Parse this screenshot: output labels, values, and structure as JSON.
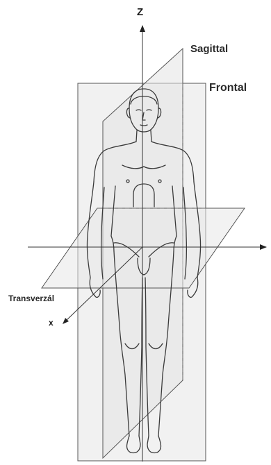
{
  "labels": {
    "z": "Z",
    "x": "x",
    "sagittal": "Sagittal",
    "frontal": "Frontal",
    "transverzal": "Transverzál"
  },
  "colors": {
    "plane_fill": "#eeeeee",
    "line": "#444444",
    "text": "#1c1c1c"
  }
}
